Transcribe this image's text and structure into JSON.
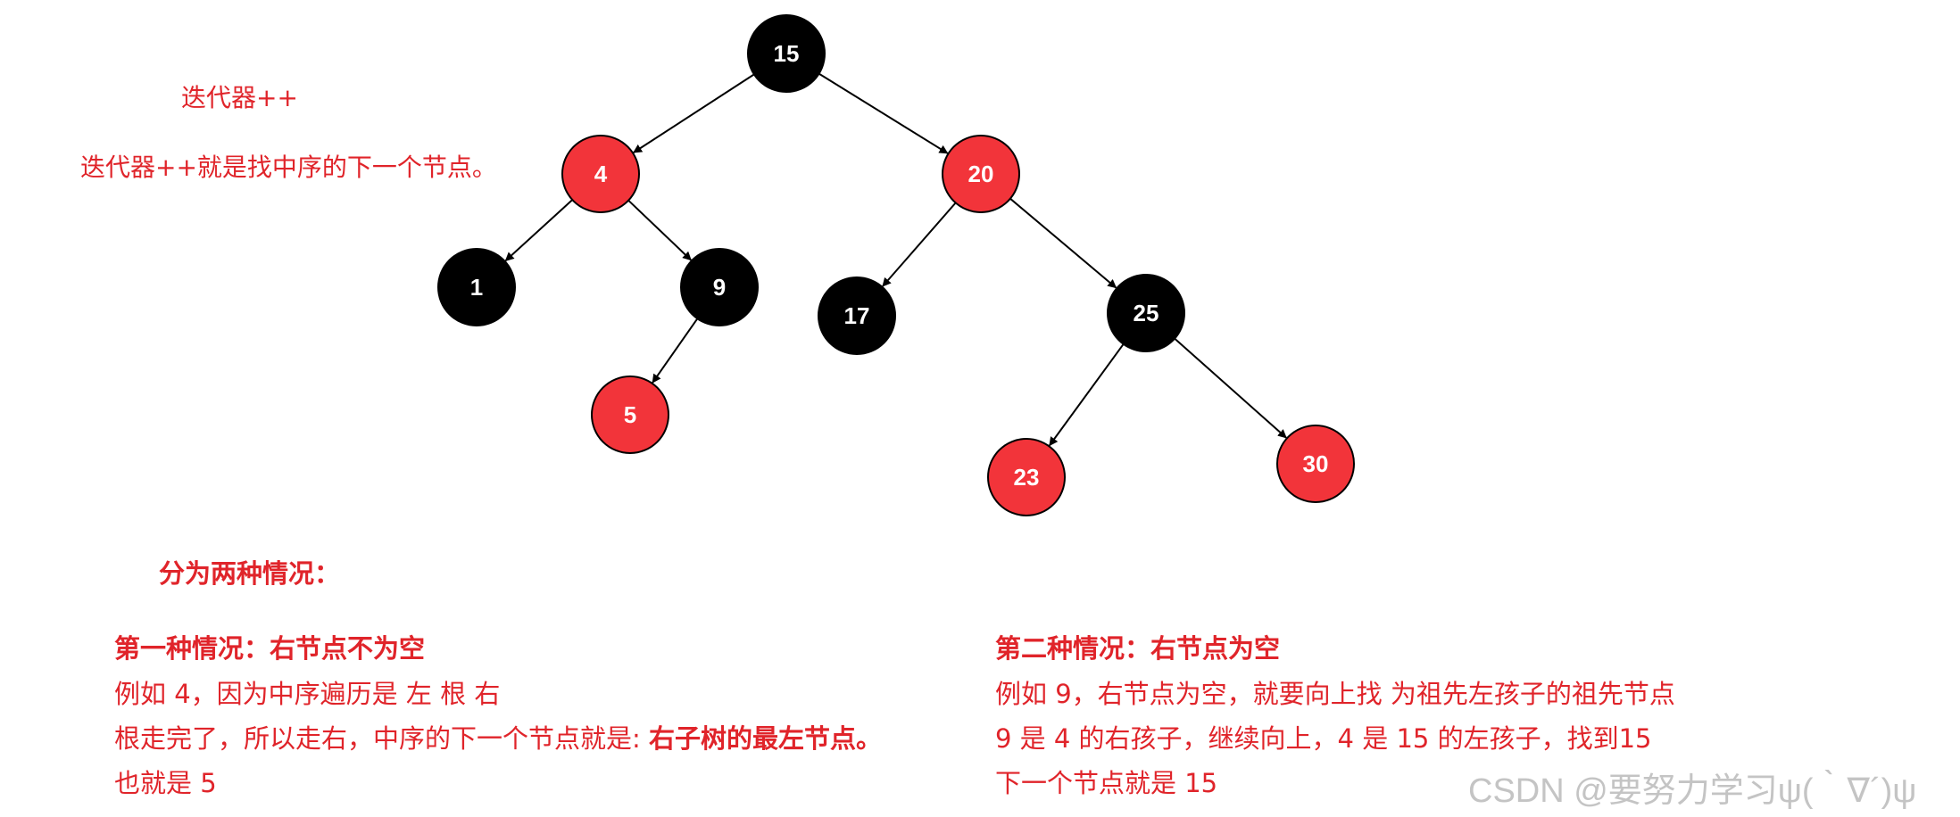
{
  "notes": {
    "title": "迭代器++",
    "subtitle": "迭代器++就是找中序的下一个节点。"
  },
  "tree": {
    "colors": {
      "red": "#f2343a",
      "black": "#000000",
      "label": "#ffffff",
      "edge": "#000000"
    },
    "nodes": [
      {
        "id": "15",
        "label": "15",
        "color": "black"
      },
      {
        "id": "4",
        "label": "4",
        "color": "red"
      },
      {
        "id": "20",
        "label": "20",
        "color": "red"
      },
      {
        "id": "1",
        "label": "1",
        "color": "black"
      },
      {
        "id": "9",
        "label": "9",
        "color": "black"
      },
      {
        "id": "5",
        "label": "5",
        "color": "red"
      },
      {
        "id": "17",
        "label": "17",
        "color": "black"
      },
      {
        "id": "25",
        "label": "25",
        "color": "black"
      },
      {
        "id": "23",
        "label": "23",
        "color": "red"
      },
      {
        "id": "30",
        "label": "30",
        "color": "red"
      }
    ],
    "edges": [
      {
        "from": "15",
        "to": "4"
      },
      {
        "from": "15",
        "to": "20"
      },
      {
        "from": "4",
        "to": "1"
      },
      {
        "from": "4",
        "to": "9"
      },
      {
        "from": "9",
        "to": "5"
      },
      {
        "from": "20",
        "to": "17"
      },
      {
        "from": "20",
        "to": "25"
      },
      {
        "from": "25",
        "to": "23"
      },
      {
        "from": "25",
        "to": "30"
      }
    ]
  },
  "summary": {
    "heading": "分为两种情况："
  },
  "case1": {
    "heading": "第一种情况：右节点不为空",
    "line1": "例如 4，因为中序遍历是 左 根 右",
    "line2_prefix": "根走完了，所以走右，中序的下一个节点就是: ",
    "line2_bold": "右子树的最左节点。",
    "line3": "也就是 5"
  },
  "case2": {
    "heading": "第二种情况：右节点为空",
    "line1": "例如 9，右节点为空，就要向上找 为祖先左孩子的祖先节点",
    "line2": "9 是 4 的右孩子，继续向上，4 是 15 的左孩子，找到15",
    "line3": "下一个节点就是 15"
  },
  "watermark": "CSDN @要努力学习ψ(｀∇´)ψ"
}
